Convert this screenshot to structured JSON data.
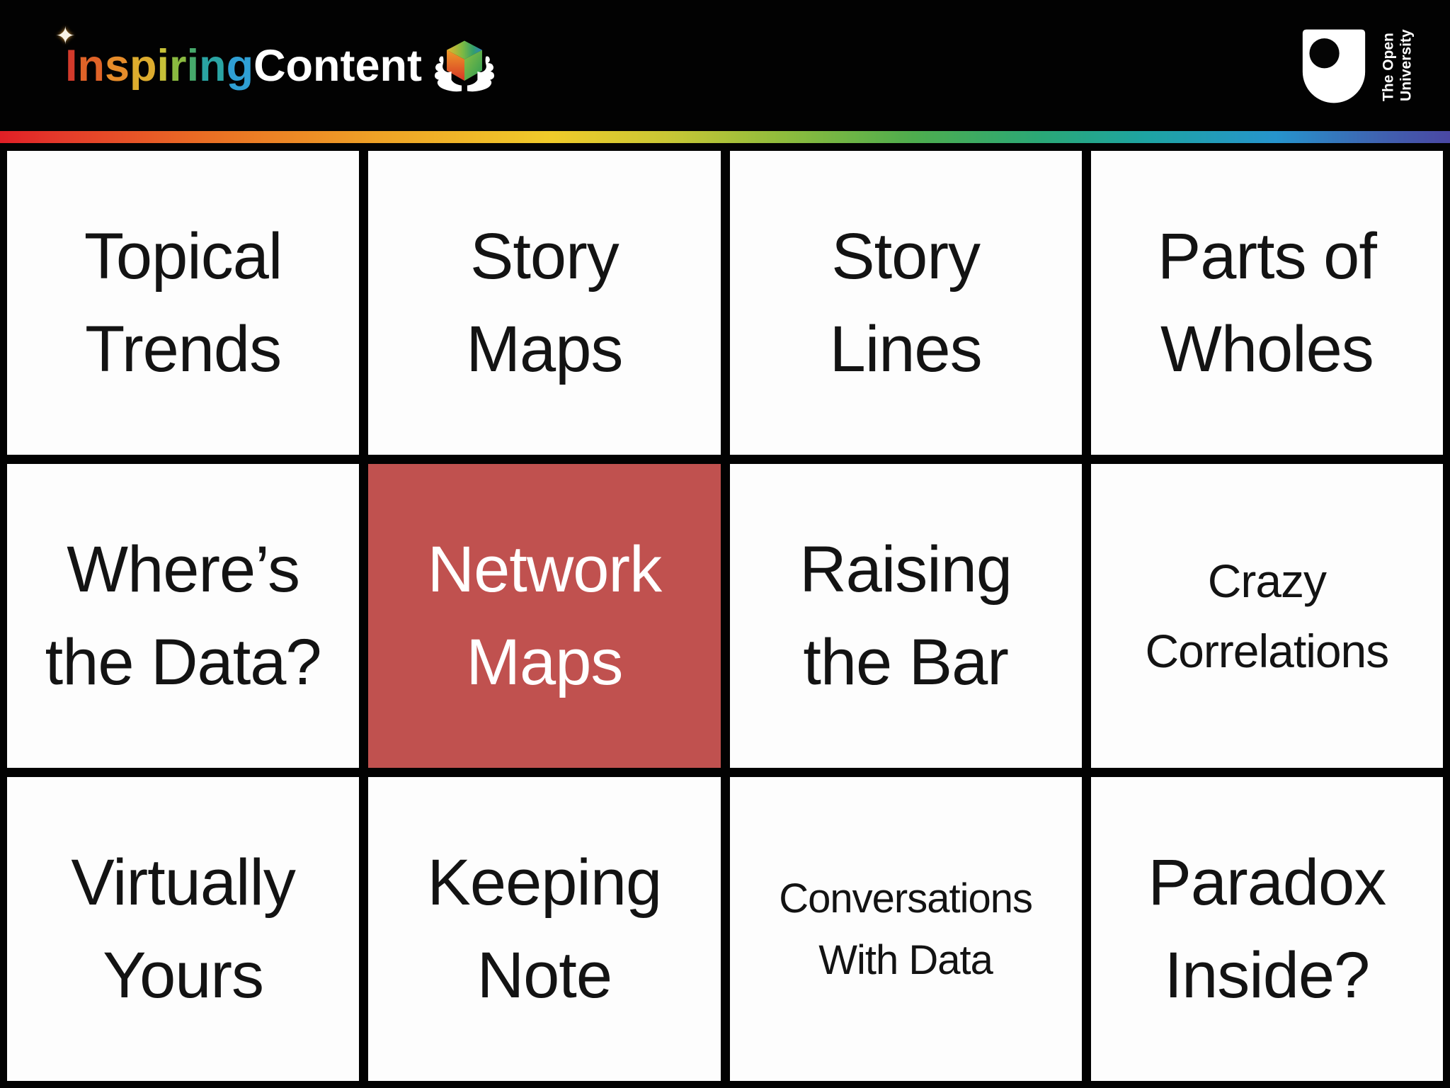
{
  "header": {
    "brand": {
      "letters": [
        {
          "ch": "I",
          "color": "#d23a2b"
        },
        {
          "ch": "n",
          "color": "#e06328"
        },
        {
          "ch": "s",
          "color": "#e68c2a"
        },
        {
          "ch": "p",
          "color": "#ddac2e"
        },
        {
          "ch": "i",
          "color": "#c7c138"
        },
        {
          "ch": "r",
          "color": "#8aba40"
        },
        {
          "ch": "i",
          "color": "#46a96b"
        },
        {
          "ch": "n",
          "color": "#2aa4a3"
        },
        {
          "ch": "g",
          "color": "#2f9fd4"
        }
      ],
      "suffix": "Content",
      "sparkle": "✦"
    },
    "university": {
      "line1": "The Open",
      "line2": "University"
    }
  },
  "colors": {
    "header_bg": "#020202",
    "tile_bg": "#fdfdfd",
    "tile_text": "#131313",
    "highlight_bg": "#c0514f",
    "highlight_text": "#ffffff"
  },
  "tiles": [
    {
      "id": "topical-trends",
      "line1": "Topical",
      "line2": "Trends",
      "variant": "",
      "size": ""
    },
    {
      "id": "story-maps",
      "line1": "Story",
      "line2": "Maps",
      "variant": "",
      "size": ""
    },
    {
      "id": "story-lines",
      "line1": "Story",
      "line2": "Lines",
      "variant": "",
      "size": ""
    },
    {
      "id": "parts-of-wholes",
      "line1": "Parts of",
      "line2": "Wholes",
      "variant": "",
      "size": ""
    },
    {
      "id": "wheres-the-data",
      "line1": "Where’s",
      "line2": "the Data?",
      "variant": "",
      "size": ""
    },
    {
      "id": "network-maps",
      "line1": "Network",
      "line2": "Maps",
      "variant": "highlight",
      "size": ""
    },
    {
      "id": "raising-the-bar",
      "line1": "Raising",
      "line2": "the Bar",
      "variant": "",
      "size": ""
    },
    {
      "id": "crazy-correlations",
      "line1": "Crazy",
      "line2": "Correlations",
      "variant": "",
      "size": "sm"
    },
    {
      "id": "virtually-yours",
      "line1": "Virtually",
      "line2": "Yours",
      "variant": "",
      "size": ""
    },
    {
      "id": "keeping-note",
      "line1": "Keeping",
      "line2": "Note",
      "variant": "",
      "size": ""
    },
    {
      "id": "conversations-with-data",
      "line1": "Conversations",
      "line2": "With Data",
      "variant": "",
      "size": "xs"
    },
    {
      "id": "paradox-inside",
      "line1": "Paradox",
      "line2": "Inside?",
      "variant": "",
      "size": ""
    }
  ]
}
